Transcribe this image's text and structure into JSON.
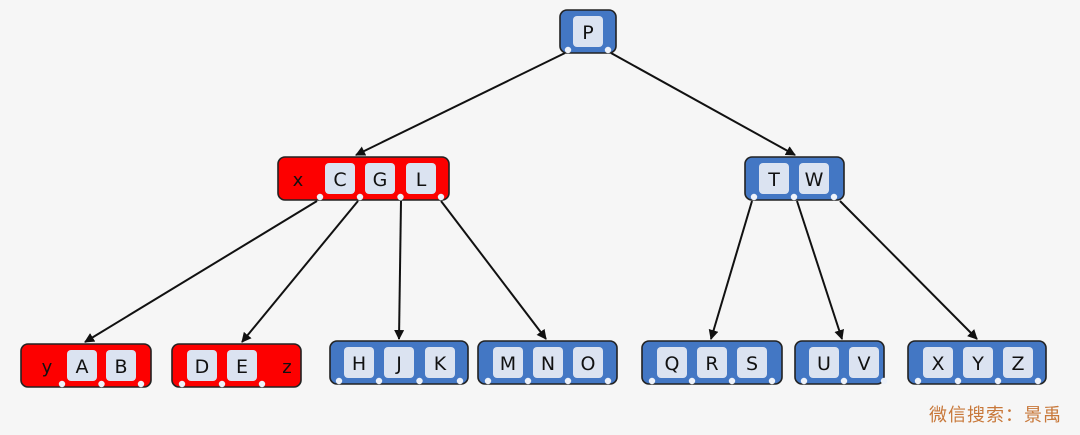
{
  "colors": {
    "red": "#fd0000",
    "blue": "#4377c4",
    "key_bg": "#dbe3f1",
    "border": "#222222",
    "dot": "#eef2f9",
    "edge": "#111111",
    "background": "#f6f6f6",
    "watermark": "#c8783a"
  },
  "tree": {
    "nodes": [
      {
        "id": "root",
        "color": "blue",
        "items": [
          {
            "kind": "key",
            "label": "P"
          }
        ]
      },
      {
        "id": "n-cgl",
        "color": "red",
        "items": [
          {
            "kind": "label",
            "label": "x"
          },
          {
            "kind": "key",
            "label": "C"
          },
          {
            "kind": "key",
            "label": "G"
          },
          {
            "kind": "key",
            "label": "L"
          }
        ]
      },
      {
        "id": "n-tw",
        "color": "blue",
        "items": [
          {
            "kind": "key",
            "label": "T"
          },
          {
            "kind": "key",
            "label": "W"
          }
        ]
      },
      {
        "id": "n-ab",
        "color": "red",
        "items": [
          {
            "kind": "label",
            "label": "y"
          },
          {
            "kind": "key",
            "label": "A"
          },
          {
            "kind": "key",
            "label": "B"
          }
        ]
      },
      {
        "id": "n-de",
        "color": "red",
        "items": [
          {
            "kind": "key",
            "label": "D"
          },
          {
            "kind": "key",
            "label": "E"
          },
          {
            "kind": "label",
            "label": "z"
          }
        ]
      },
      {
        "id": "n-hjk",
        "color": "blue",
        "items": [
          {
            "kind": "key",
            "label": "H"
          },
          {
            "kind": "key",
            "label": "J"
          },
          {
            "kind": "key",
            "label": "K"
          }
        ]
      },
      {
        "id": "n-mno",
        "color": "blue",
        "items": [
          {
            "kind": "key",
            "label": "M"
          },
          {
            "kind": "key",
            "label": "N"
          },
          {
            "kind": "key",
            "label": "O"
          }
        ]
      },
      {
        "id": "n-qrs",
        "color": "blue",
        "items": [
          {
            "kind": "key",
            "label": "Q"
          },
          {
            "kind": "key",
            "label": "R"
          },
          {
            "kind": "key",
            "label": "S"
          }
        ]
      },
      {
        "id": "n-uv",
        "color": "blue",
        "items": [
          {
            "kind": "key",
            "label": "U"
          },
          {
            "kind": "key",
            "label": "V"
          }
        ]
      },
      {
        "id": "n-xyz",
        "color": "blue",
        "items": [
          {
            "kind": "key",
            "label": "X"
          },
          {
            "kind": "key",
            "label": "Y"
          },
          {
            "kind": "key",
            "label": "Z"
          }
        ]
      }
    ],
    "edges": [
      {
        "from": "root",
        "to": "n-cgl"
      },
      {
        "from": "root",
        "to": "n-tw"
      },
      {
        "from": "n-cgl",
        "to": "n-ab"
      },
      {
        "from": "n-cgl",
        "to": "n-de"
      },
      {
        "from": "n-cgl",
        "to": "n-hjk"
      },
      {
        "from": "n-cgl",
        "to": "n-mno"
      },
      {
        "from": "n-tw",
        "to": "n-qrs"
      },
      {
        "from": "n-tw",
        "to": "n-uv"
      },
      {
        "from": "n-tw",
        "to": "n-xyz"
      }
    ]
  },
  "watermark": "微信搜索：景禹"
}
